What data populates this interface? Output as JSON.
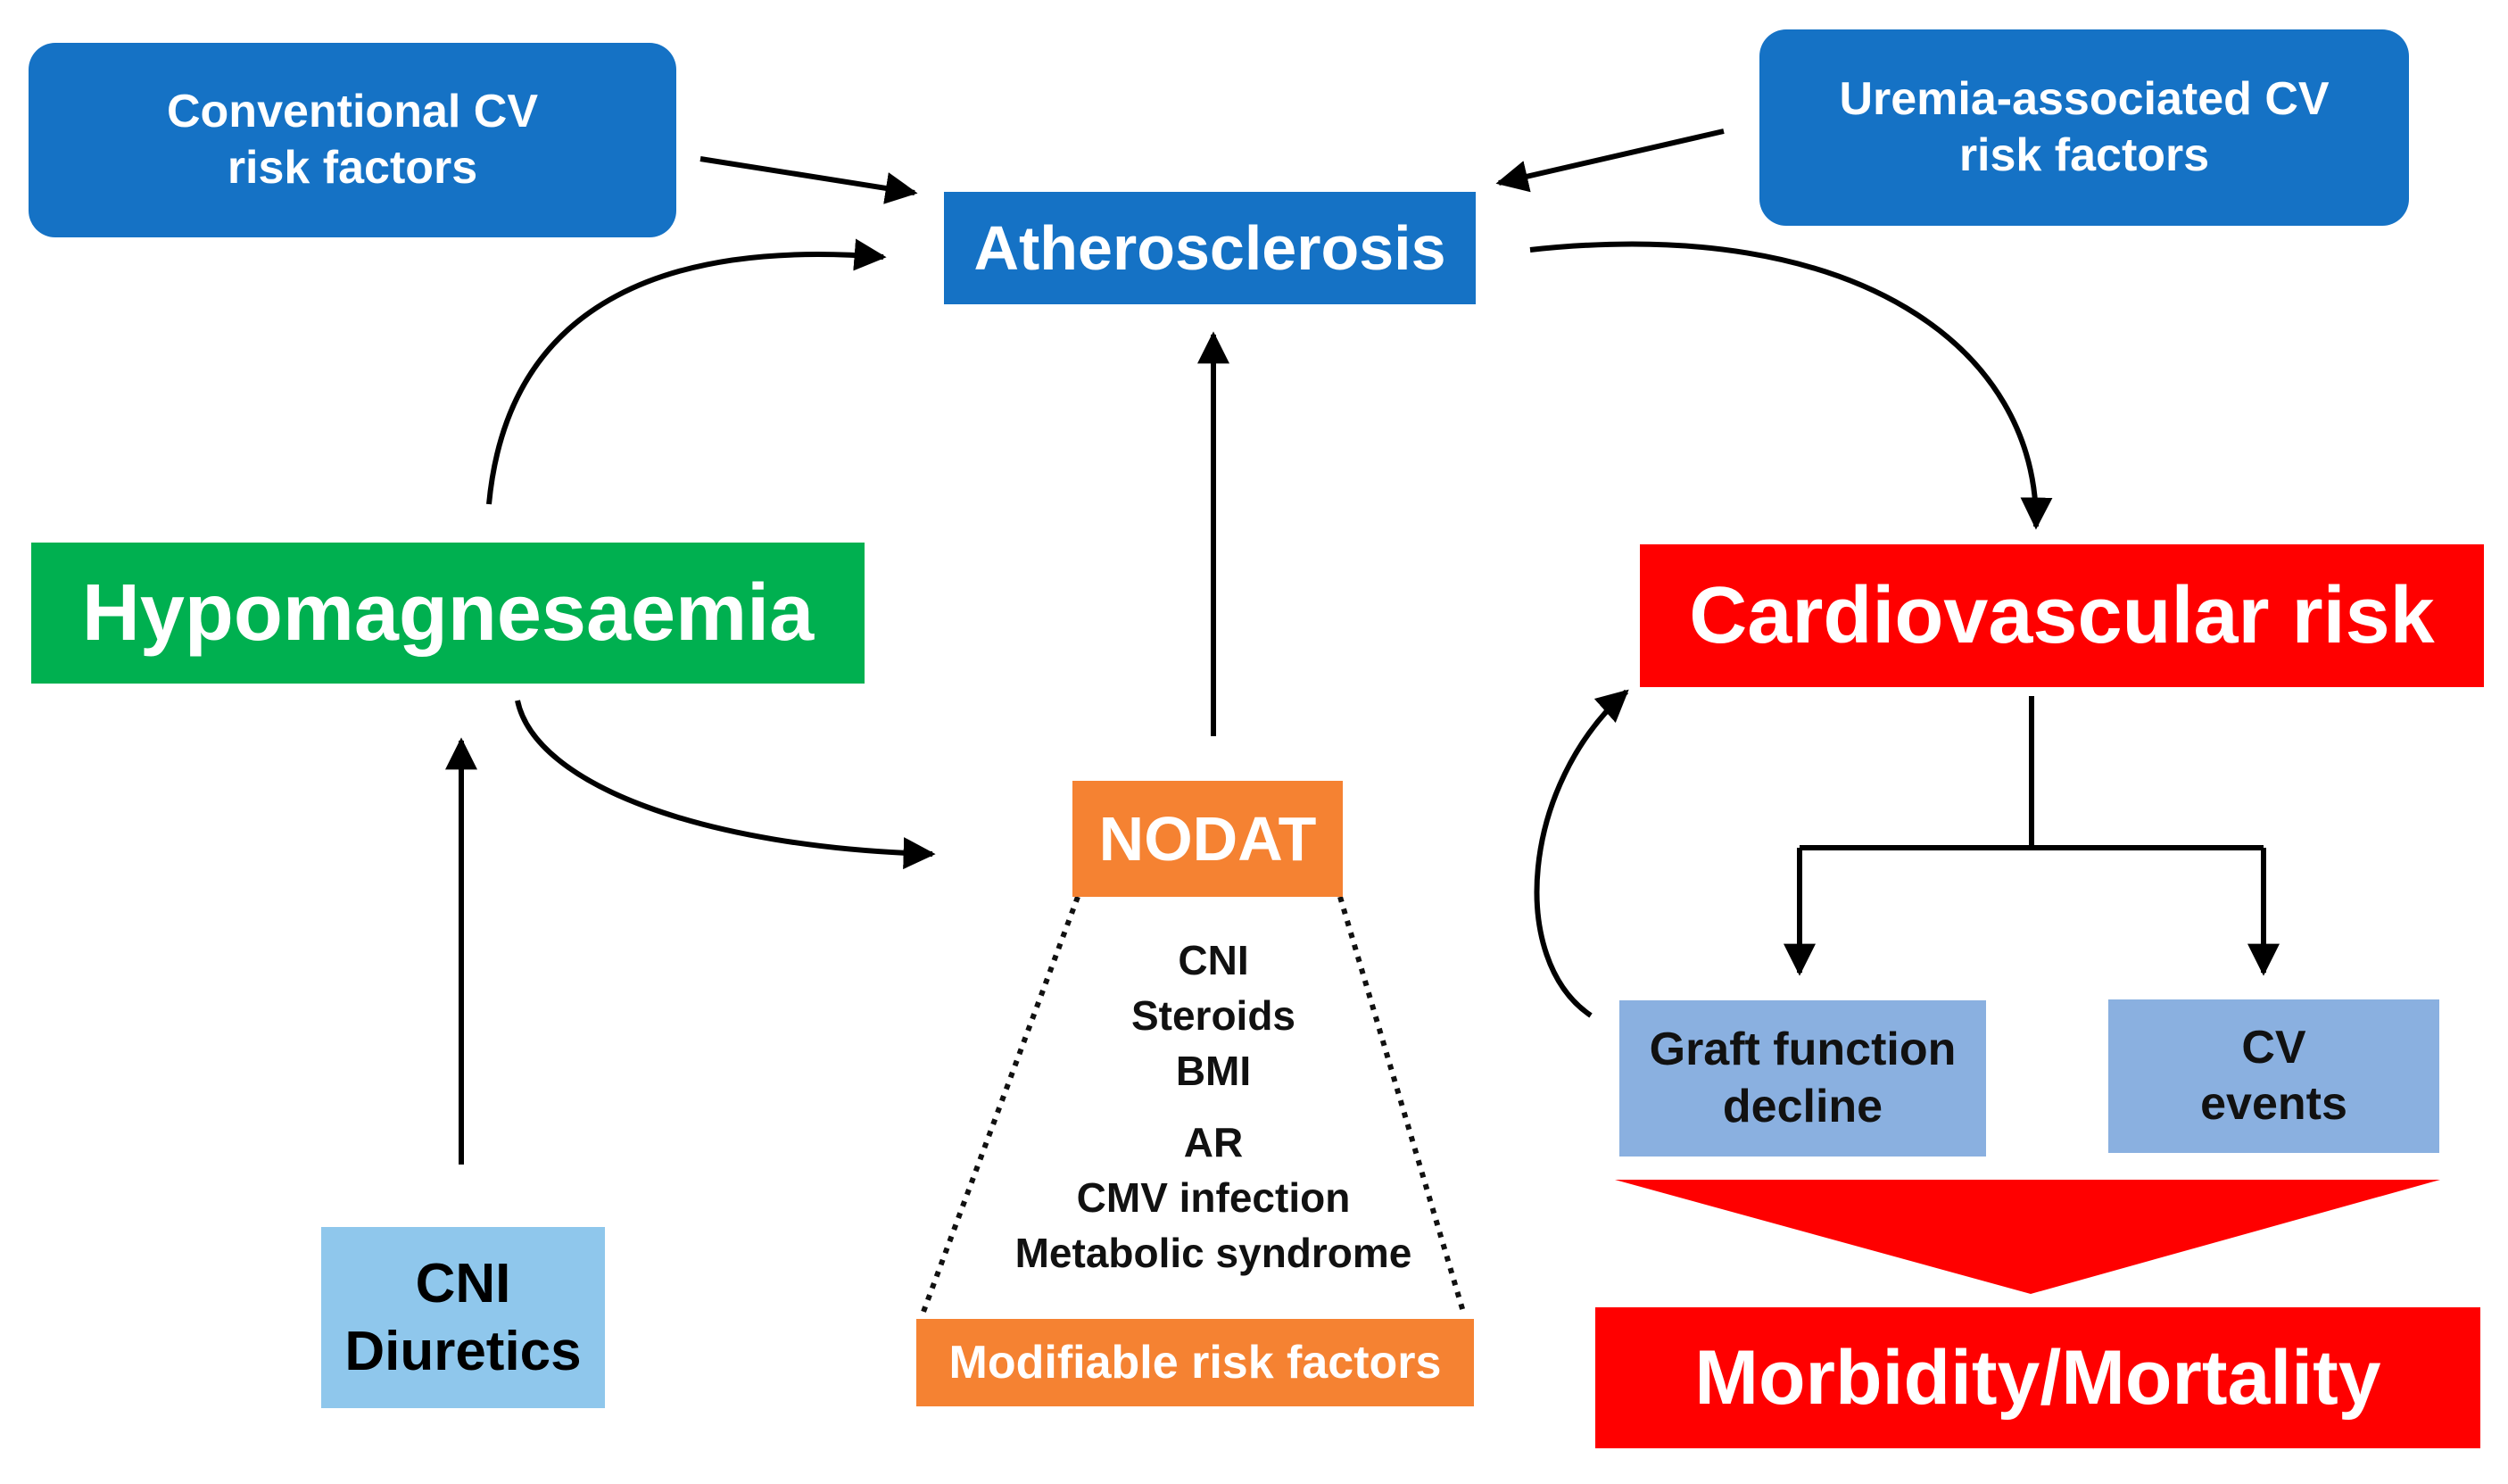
{
  "nodes": {
    "conventional": {
      "lines": [
        "Conventional CV",
        "risk factors"
      ],
      "color": "#1572c5"
    },
    "uremia": {
      "lines": [
        "Uremia-associated CV",
        "risk factors"
      ],
      "color": "#1572c5"
    },
    "atherosclerosis": {
      "label": "Atherosclerosis",
      "color": "#1572c5"
    },
    "hypomagnesaemia": {
      "label": "Hypomagnesaemia",
      "color": "#00b050"
    },
    "cardiovascular_risk": {
      "label": "Cardiovascular risk",
      "color": "#ff0000"
    },
    "nodat": {
      "label": "NODAT",
      "color": "#f58232"
    },
    "cni_diuretics": {
      "lines": [
        "CNI",
        "Diuretics"
      ],
      "color": "#8fc7ec"
    },
    "graft_function": {
      "lines": [
        "Graft function",
        "decline"
      ],
      "color": "#8ab0e0"
    },
    "cv_events": {
      "lines": [
        "CV",
        "events"
      ],
      "color": "#8ab0e0"
    },
    "modifiable": {
      "label": "Modifiable risk factors",
      "color": "#f58232"
    },
    "morbidity": {
      "label": "Morbidity/Mortality",
      "color": "#ff0000"
    }
  },
  "nodat_factors": {
    "group1": [
      "CNI",
      "Steroids",
      "BMI"
    ],
    "group2": [
      "AR",
      "CMV infection",
      "Metabolic syndrome"
    ]
  }
}
